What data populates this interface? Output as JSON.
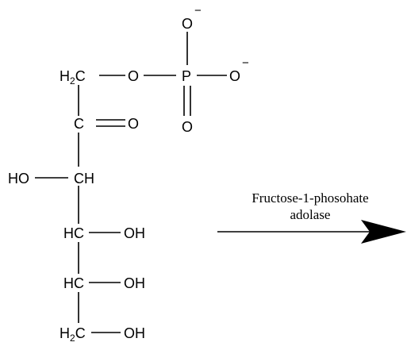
{
  "molecule": {
    "atoms": {
      "h2c_top": "H",
      "h2c_top_sub": "2",
      "h2c_top_c": "C",
      "o_ester": "O",
      "p": "P",
      "o_top": "O",
      "o_top_charge": "−",
      "o_right": "O",
      "o_right_charge": "−",
      "o_bottom": "O",
      "c_carbonyl": "C",
      "o_carbonyl": "O",
      "ho_left": "HO",
      "c3": "CH",
      "c4": "HC",
      "oh_c4": "OH",
      "c5": "HC",
      "oh_c5": "OH",
      "h2c_bottom": "H",
      "h2c_bottom_sub": "2",
      "h2c_bottom_c": "C",
      "oh_c6": "OH"
    }
  },
  "reaction": {
    "enzyme_line1": "Fructose-1-phosohate",
    "enzyme_line2": "adolase"
  },
  "colors": {
    "ink": "#000000",
    "background": "#ffffff"
  }
}
